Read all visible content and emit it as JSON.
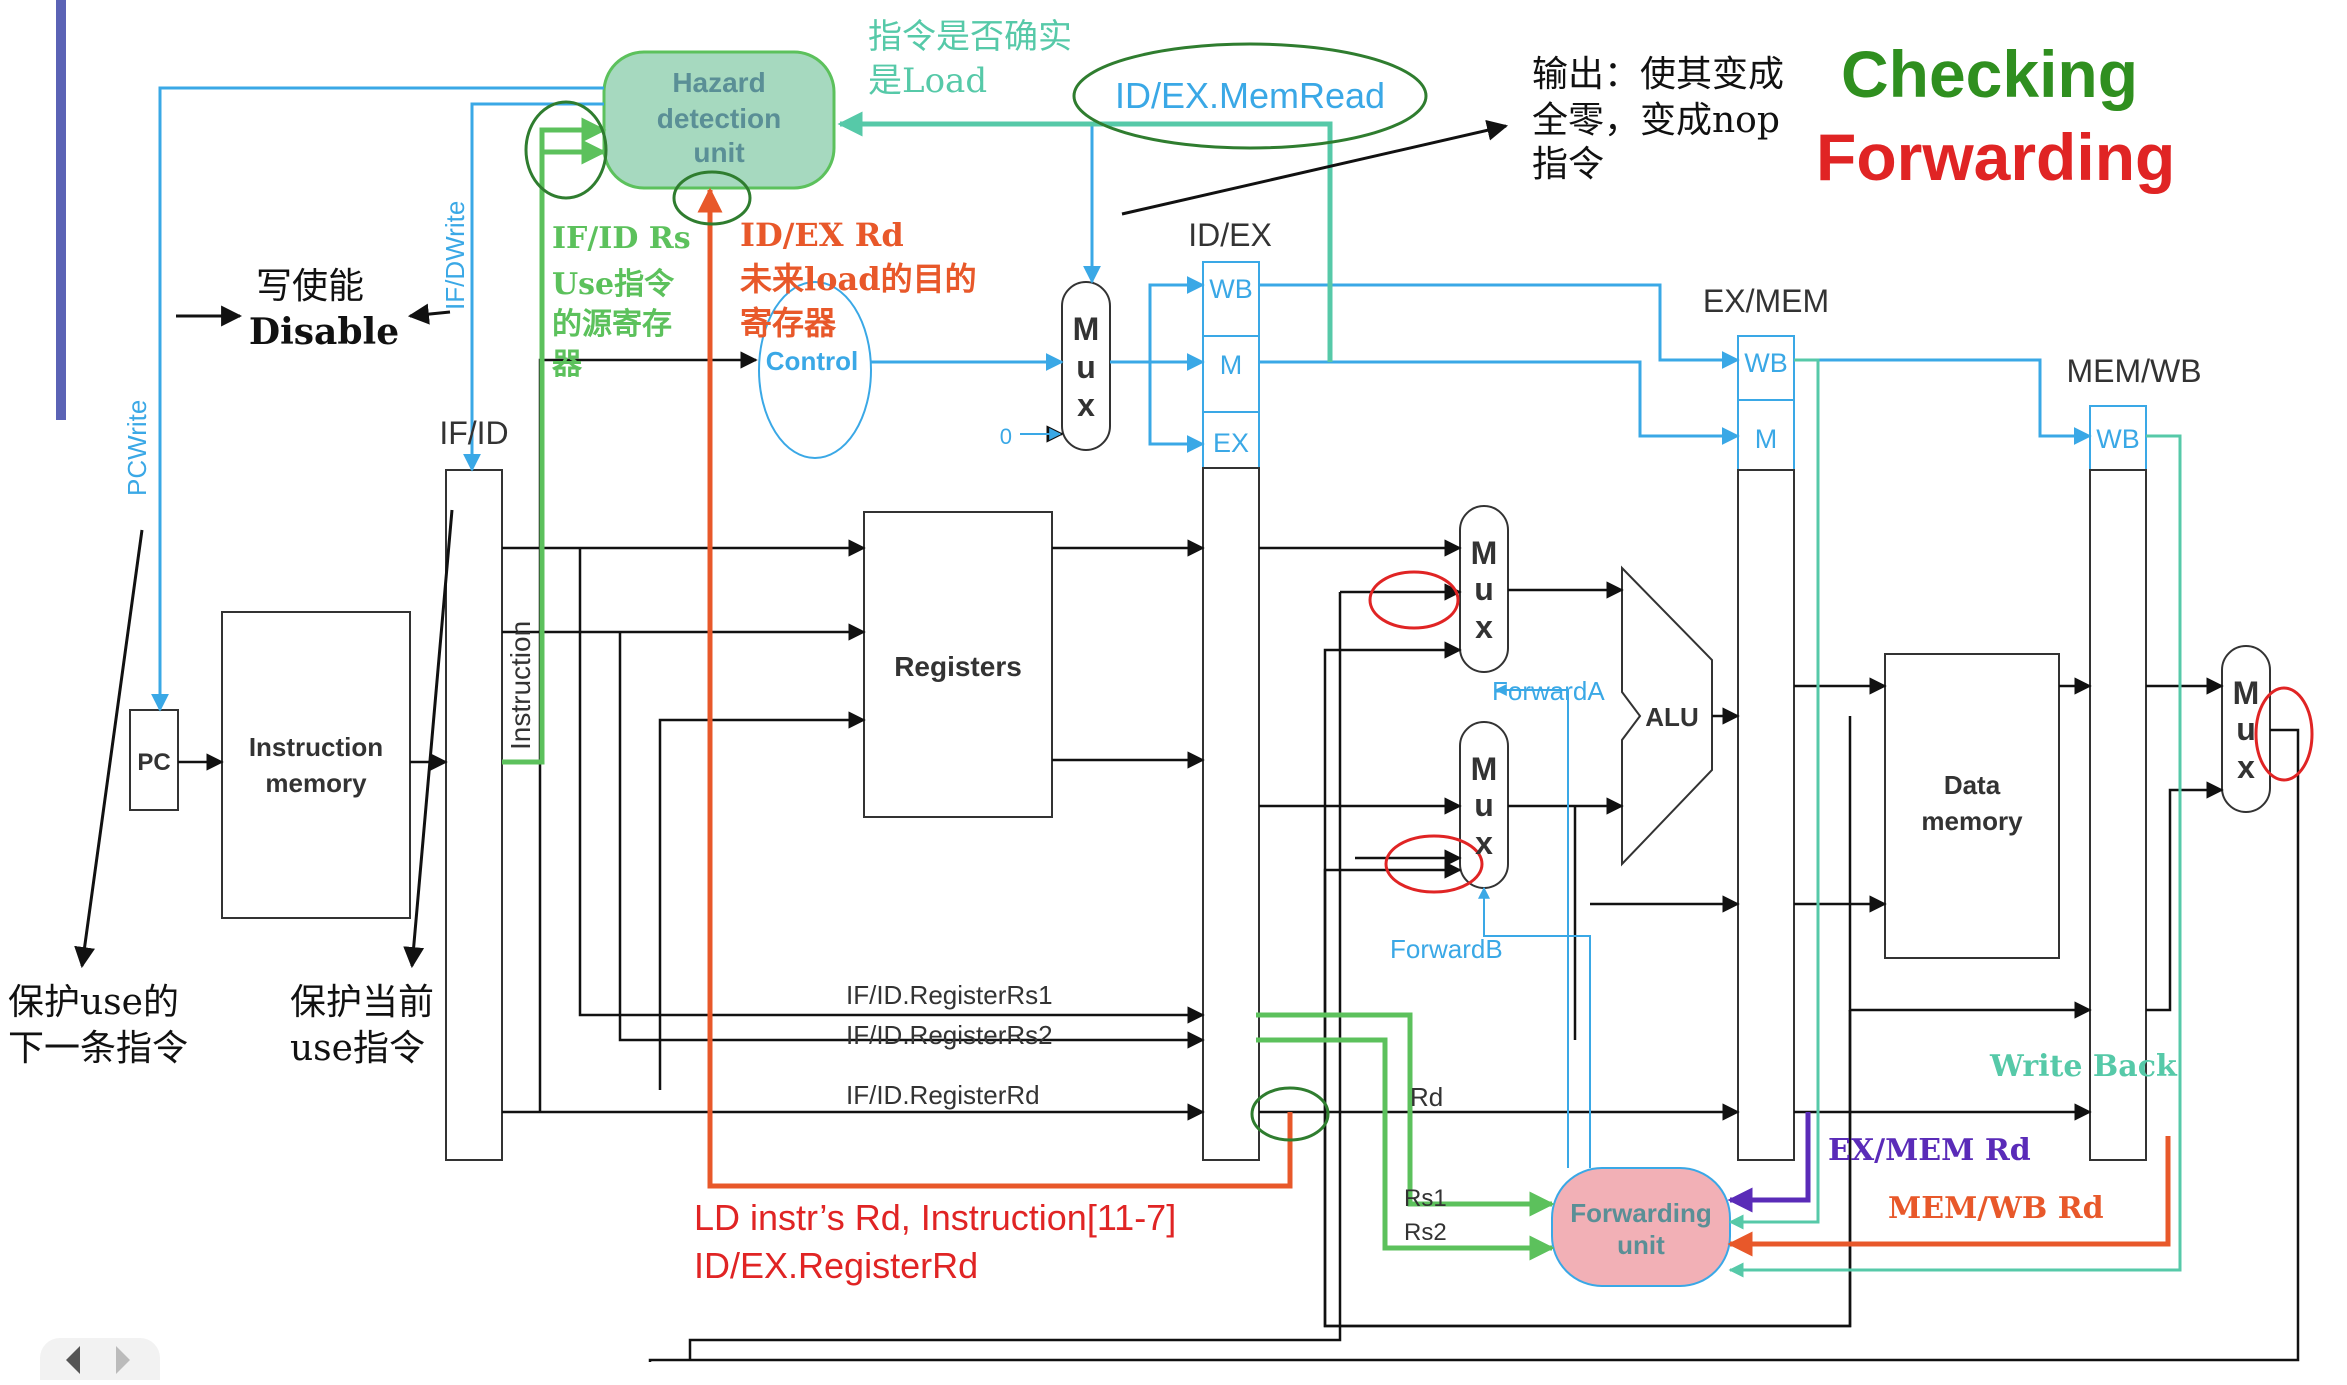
{
  "colors": {
    "blue": "#3aa8e6",
    "green": "#5cc15c",
    "teal": "#56c9a8",
    "orange": "#e8582a",
    "red": "#e02424",
    "purple": "#5a2bb8",
    "darkgreen": "#2f7d2f",
    "checking": "#2f8f1f",
    "forwarding": "#e02424",
    "hazard_fill": "#a6d9bf",
    "fwd_fill": "#f2b0b6"
  },
  "titles": {
    "checking": "Checking",
    "forwarding": "Forwarding"
  },
  "units": {
    "hazard": [
      "Hazard",
      "detection",
      "unit"
    ],
    "forwarding": [
      "Forwarding",
      "unit"
    ],
    "control": "Control",
    "registers": "Registers",
    "instruction_memory": [
      "Instruction",
      "memory"
    ],
    "data_memory": [
      "Data",
      "memory"
    ],
    "pc": "PC",
    "alu": "ALU",
    "mux_letters": [
      "M",
      "u",
      "x"
    ],
    "instruction_vertical": "Instruction"
  },
  "registers_labels": {
    "ifid": "IF/ID",
    "idex": "ID/EX",
    "exmem": "EX/MEM",
    "memwb": "MEM/WB",
    "wb": "WB",
    "m": "M",
    "ex": "EX"
  },
  "signals": {
    "pcwrite": "PCWrite",
    "ifdwrite": "IF/DWrite",
    "forwardA": "ForwardA",
    "forwardB": "ForwardB",
    "idex_memread": "ID/EX.MemRead",
    "zero": "0",
    "rs1_bus": "IF/ID.RegisterRs1",
    "rs2_bus": "IF/ID.RegisterRs2",
    "rd_bus": "IF/ID.RegisterRd",
    "rd": "Rd",
    "rs1": "Rs1",
    "rs2": "Rs2"
  },
  "annotations": {
    "check_load": [
      "指令是否确实",
      "是Load"
    ],
    "output_nop": [
      "输出：使其变成",
      "全零，变成nop",
      "指令"
    ],
    "write_disable": [
      "写使能",
      "Disable"
    ],
    "ifid_rs": [
      "IF/ID Rs",
      "Use指令",
      "的源寄存",
      "器"
    ],
    "idex_rd": [
      "ID/EX Rd",
      "未来load的目的",
      "寄存器"
    ],
    "protect_next": [
      "保护use的",
      "下一条指令"
    ],
    "protect_current": [
      "保护当前",
      "use指令"
    ],
    "ld_rd": [
      "LD instr’s Rd, Instruction[11-7]",
      "ID/EX.RegisterRd"
    ],
    "write_back": "Write Back",
    "exmem_rd": "EX/MEM Rd",
    "memwb_rd": "MEM/WB Rd"
  }
}
